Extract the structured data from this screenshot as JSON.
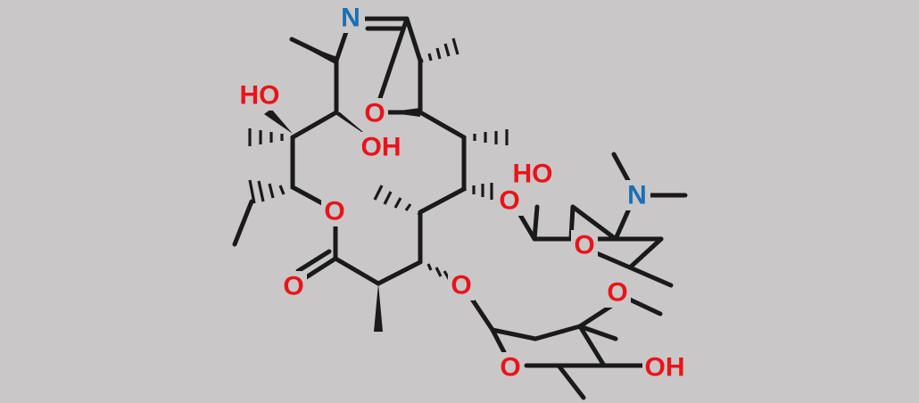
{
  "diagram": {
    "colors": {
      "background": "#c9c7c8",
      "bond": "#1a1a1a",
      "oxygen": "#e8141a",
      "nitrogen": "#1a6fb5"
    },
    "atoms": [
      {
        "id": "n-imine",
        "text": "N",
        "element": "N"
      },
      {
        "id": "o-bridge",
        "text": "O",
        "element": "O"
      },
      {
        "id": "ho-top-left",
        "text": "HO",
        "element": "O"
      },
      {
        "id": "oh-ring-center",
        "text": "OH",
        "element": "O"
      },
      {
        "id": "o-lactone-ring",
        "text": "O",
        "element": "O"
      },
      {
        "id": "o-carbonyl",
        "text": "O",
        "element": "O"
      },
      {
        "id": "o-ether-lower",
        "text": "O",
        "element": "O"
      },
      {
        "id": "o-ether-upper",
        "text": "O",
        "element": "O"
      },
      {
        "id": "ho-sugar",
        "text": "HO",
        "element": "O"
      },
      {
        "id": "n-dimethylamino",
        "text": "N",
        "element": "N"
      },
      {
        "id": "o-sugar-ring-upper",
        "text": "O",
        "element": "O"
      },
      {
        "id": "o-methoxy",
        "text": "O",
        "element": "O"
      },
      {
        "id": "o-sugar-ring-lower",
        "text": "O",
        "element": "O"
      },
      {
        "id": "oh-sugar-lower",
        "text": "OH",
        "element": "O"
      }
    ]
  }
}
